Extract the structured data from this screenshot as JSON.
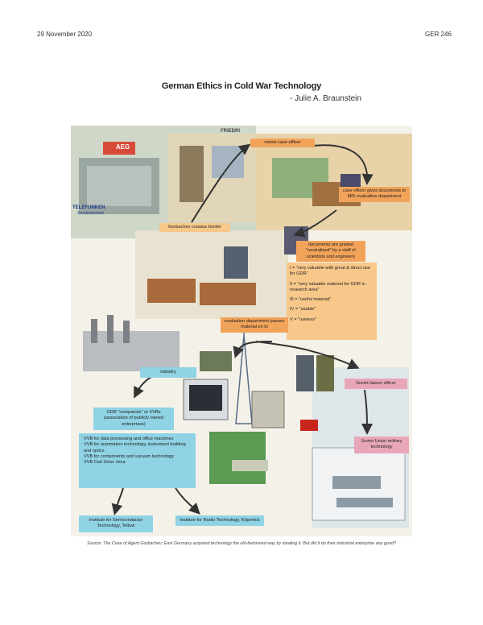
{
  "header": {
    "date": "29 November 2020",
    "course": "GER 246"
  },
  "title": "German Ethics in Cold War Technology",
  "author": "- Julie A. Braunstein",
  "illustration": {
    "signs": {
      "aeg": "AEG",
      "telefunken": "TELEFUNKEN",
      "sendertechnik": "Sendertechnik",
      "friedrich": "FRIEDRI"
    },
    "labels": {
      "meets_case_officer": "meets case officer",
      "case_officer_gives": "case officer gives documents to MfS evaluation department",
      "gorbachev": "Gorbachev crosses border",
      "documents_graded": "documents are graded \"neutralized\" by a staff of scientists and engineers",
      "grade_1": "I = \"very valuable with great & direct use for GDR\"",
      "grade_2": "II = \"very valuable material for GDR in research area\"",
      "grade_3": "III = \"useful material\"",
      "grade_4": "IV = \"usable\"",
      "grade_5": "V = \"useless\"",
      "evaluation_passes": "evaluation department passes material on to",
      "industry": "industry",
      "soviet_liaison": "Soviet liaison officer",
      "gdr_companies": "GDR \"companies\" or VVBs (association of publicly owned enterprises)",
      "vvb_list": [
        "VVB for data processing and office machines",
        "VVB for automation technology, instrument building and optics",
        "VVB for components and vacuum technology",
        "VVB Carl Zeiss Jena"
      ],
      "soviet_union_military": "Soviet Union military technology",
      "institute_semiconductor": "Institute for Semiconductor Technology, Teltow",
      "institute_radio": "Institute for Radio Technology, Köpenick"
    },
    "colors": {
      "orange": "#f2a35a",
      "peach": "#f7c88a",
      "cyan": "#8fd3e4",
      "pink": "#e8a7b8",
      "arrow": "#333333"
    }
  },
  "caption": "Source: The Case of Agent Gorbachev: East Germany acquired technology the old-fashioned way by stealing it. But did it do their industrial enterprise any good?"
}
